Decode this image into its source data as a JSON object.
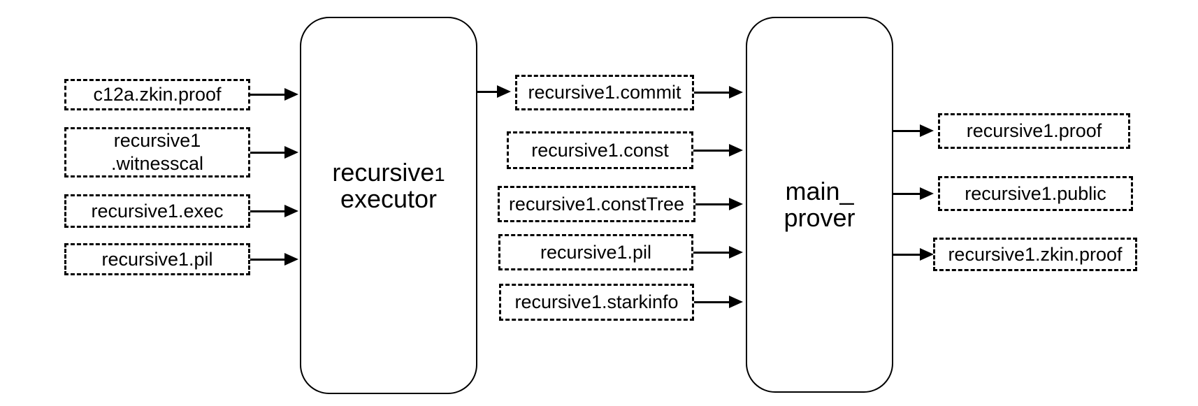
{
  "diagram": {
    "colors": {
      "background": "#ffffff",
      "stroke": "#000000",
      "text": "#000000"
    },
    "left_inputs": [
      {
        "label": "c12a.zkin.proof"
      },
      {
        "line1": "recursive1",
        "line2": ".witnesscal"
      },
      {
        "label": "recursive1.exec"
      },
      {
        "label": "recursive1.pil"
      }
    ],
    "executor_block": {
      "line1_prefix": "recursive",
      "line1_digit": "1",
      "line2": "executor"
    },
    "middle_files": [
      {
        "label": "recursive1.commit"
      },
      {
        "label": "recursive1.const"
      },
      {
        "label": "recursive1.constTree"
      },
      {
        "label": "recursive1.pil"
      },
      {
        "label": "recursive1.starkinfo"
      }
    ],
    "prover_block": {
      "line1": "main_",
      "line2": "prover"
    },
    "outputs": [
      {
        "label": "recursive1.proof"
      },
      {
        "label": "recursive1.public"
      },
      {
        "label": "recursive1.zkin.proof"
      }
    ]
  }
}
